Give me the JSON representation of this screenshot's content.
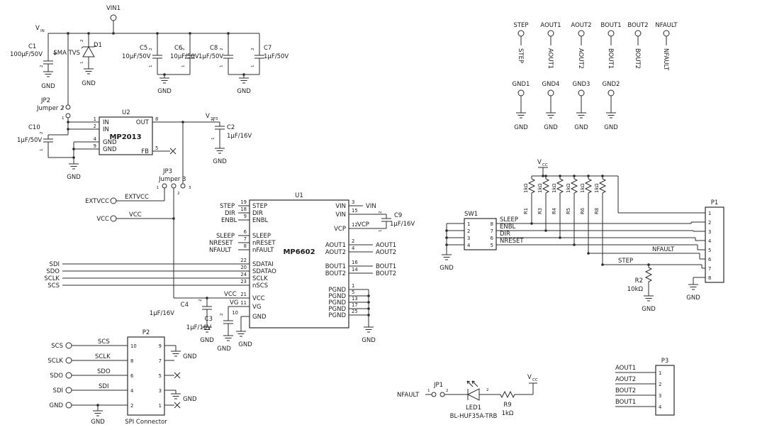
{
  "nums": {
    "n1": "1",
    "n2": "2",
    "n3": "3",
    "n4": "4",
    "n5": "5",
    "n6": "6",
    "n7": "7",
    "n8": "8",
    "n9": "9",
    "n10": "10",
    "n11": "11",
    "n12": "12",
    "n13": "13",
    "n14": "14",
    "n15": "15",
    "n16": "16",
    "n17": "17",
    "n18": "18",
    "n19": "19",
    "n20": "20",
    "n21": "21",
    "n22": "22",
    "n23": "23",
    "n24": "24",
    "n25": "25"
  },
  "nets": {
    "gnd": "GND",
    "vcc": "VCC",
    "extvcc": "EXTVCC",
    "vin": "VIN",
    "step": "STEP",
    "dir": "DIR",
    "enbl": "ENBL",
    "sleep": "SLEEP",
    "nreset": "NRESET",
    "nfault": "NFAULT",
    "sdi": "SDI",
    "sdo": "SDO",
    "sclk": "SCLK",
    "scs": "SCS",
    "vcp": "VCP",
    "aout1": "AOUT1",
    "aout2": "AOUT2",
    "bout1": "BOUT1",
    "bout2": "BOUT2",
    "gnd1": "GND1",
    "gnd2": "GND2",
    "gnd3": "GND3",
    "gnd4": "GND4",
    "plus": "+"
  },
  "power_labels": {
    "v": "V",
    "in_sub": "IN",
    "v3p3_sub": "3P3",
    "cc_sub": "CC",
    "vin1": "VIN1"
  },
  "parts": {
    "c1": {
      "ref": "C1",
      "val": "100µF/50V"
    },
    "c2": {
      "ref": "C2",
      "val": "1µF/16V"
    },
    "c3": {
      "ref": "C3",
      "val": "1µF/16V"
    },
    "c4": {
      "ref": "C4",
      "val": "1µF/16V"
    },
    "c5": {
      "ref": "C5",
      "val": "10µF/50V"
    },
    "c6": {
      "ref": "C6",
      "val": "10µF/50V"
    },
    "c7": {
      "ref": "C7",
      "val": "1µF/50V"
    },
    "c8": {
      "ref": "C8",
      "val": "1µF/50V"
    },
    "c9": {
      "ref": "C9",
      "val": "1µF/16V"
    },
    "c10": {
      "ref": "C10",
      "val": "1µF/50V"
    },
    "d1": {
      "ref": "D1",
      "val": "SMA TVS"
    },
    "r1": {
      "ref": "R1",
      "val": "1kΩ"
    },
    "r2": {
      "ref": "R2",
      "val": "10kΩ"
    },
    "r3": {
      "ref": "R3",
      "val": "1kΩ"
    },
    "r4": {
      "ref": "R4",
      "val": "1kΩ"
    },
    "r5": {
      "ref": "R5",
      "val": "1kΩ"
    },
    "r6": {
      "ref": "R6",
      "val": "1kΩ"
    },
    "r8": {
      "ref": "R8",
      "val": "1kΩ"
    },
    "r9": {
      "ref": "R9",
      "val": "1kΩ"
    },
    "led1": {
      "ref": "LED1",
      "val": "BL-HUF35A-TRB"
    },
    "jp1": {
      "ref": "JP1"
    },
    "jp2": {
      "ref": "JP2",
      "name": "Jumper 2"
    },
    "jp3": {
      "ref": "JP3",
      "name": "Jumper 3"
    },
    "sw1": {
      "ref": "SW1"
    },
    "p1": {
      "ref": "P1"
    },
    "p2": {
      "ref": "P2",
      "name": "SPI Connector"
    },
    "p3": {
      "ref": "P3"
    },
    "u2": {
      "ref": "U2",
      "name": "MP2013"
    },
    "u1": {
      "ref": "U1",
      "name": "MP6602"
    }
  },
  "u2_pins": {
    "in": "IN",
    "gnd": "GND",
    "out": "OUT",
    "fb": "FB"
  },
  "u1_pins": {
    "step": "STEP",
    "dir": "DIR",
    "enbl": "ENBL",
    "sleep": "SLEEP",
    "nreset": "nRESET",
    "nfault": "nFAULT",
    "sdatai": "SDATAI",
    "sdatao": "SDATAO",
    "sclk": "SCLK",
    "nscs": "nSCS",
    "vcc": "VCC",
    "vg": "VG",
    "gnd": "GND",
    "vin": "VIN",
    "vcp": "VCP",
    "aout1": "AOUT1",
    "aout2": "AOUT2",
    "bout1": "BOUT1",
    "bout2": "BOUT2",
    "pgnd": "PGND"
  }
}
